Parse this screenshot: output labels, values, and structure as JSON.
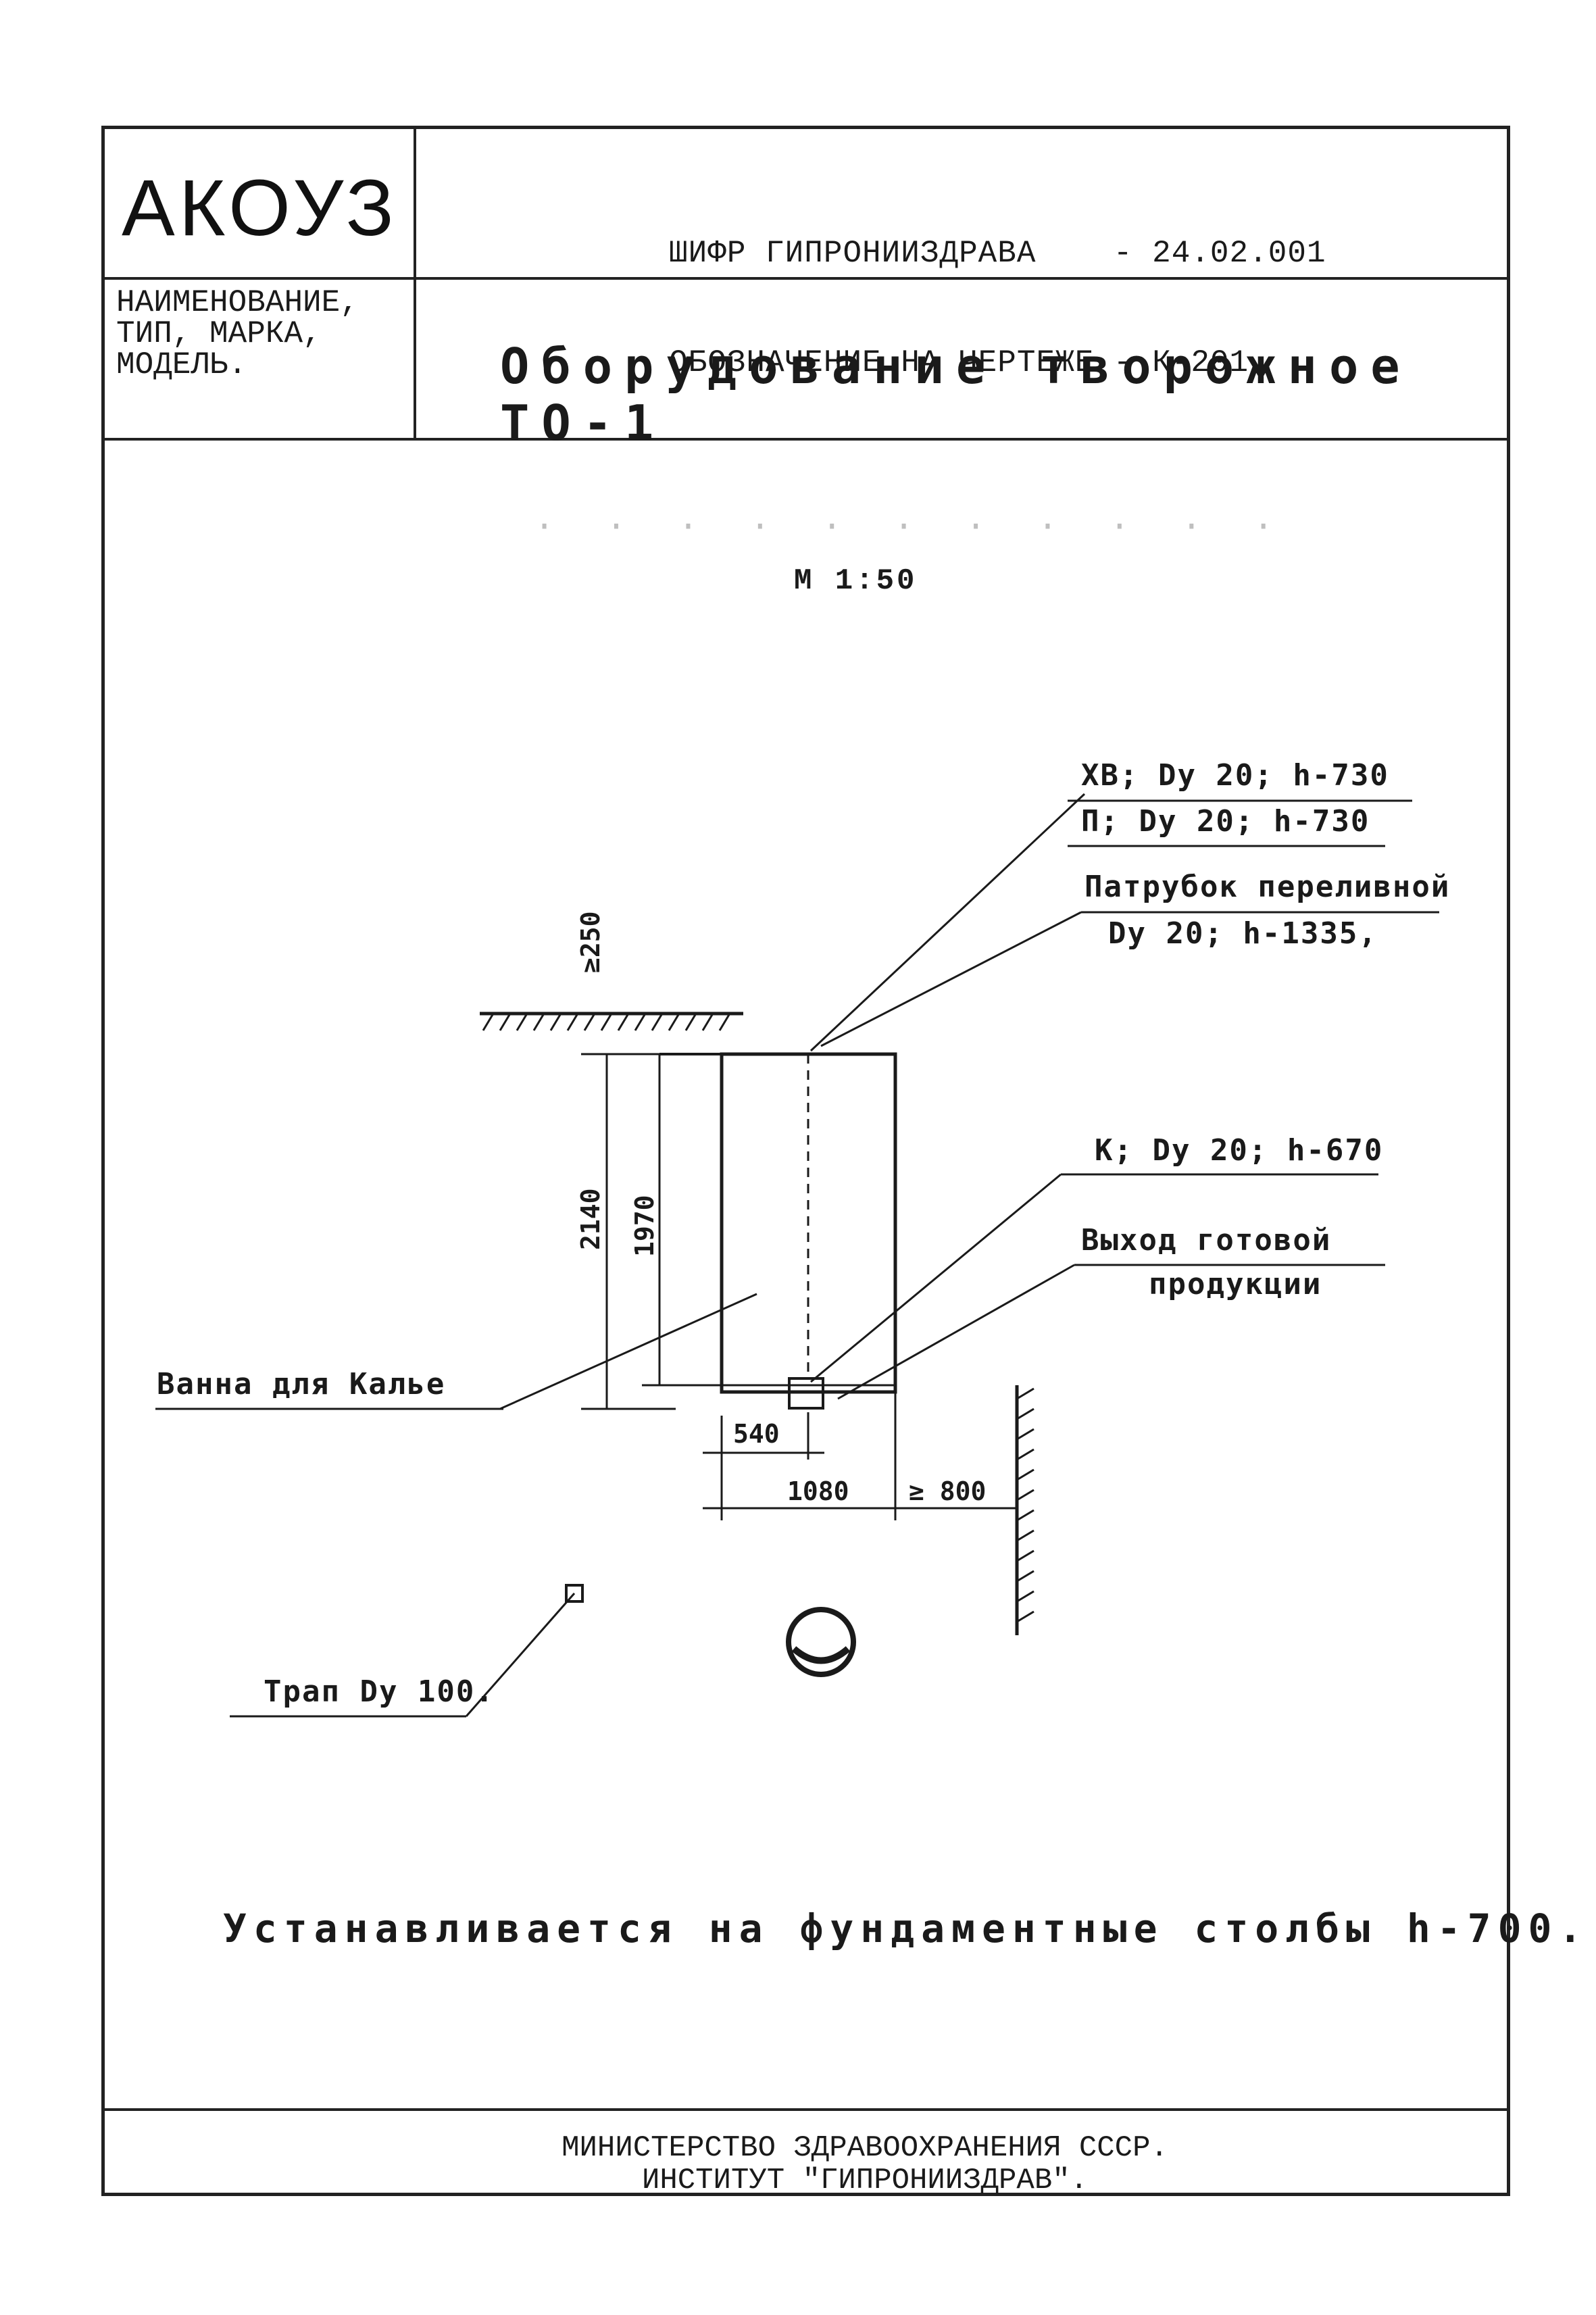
{
  "header": {
    "code": "АКОУЗ",
    "cipher_line1": "ШИФР ГИПРОНИИЗДРАВА    - 24.02.001",
    "cipher_line2": "ОБОЗНАЧЕНИЕ НА ЧЕРТЕЖЕ - К-201",
    "name_label": "НАИМЕНОВАНИЕ,\nТИП, МАРКА,\nМОДЕЛЬ.",
    "name_value": "Оборудование творожное ТО-1"
  },
  "drawing": {
    "scale": "М 1:50",
    "callouts": {
      "cold_water": "ХВ; Dy 20; h-730",
      "hot_water": "П; Dy 20; h-730",
      "pipe_line1": "Патрубок переливной",
      "pipe_line2": "Dy 20; h-1335,",
      "sewer": "К; Dy 20; h-670",
      "output_line1": "Выход готовой",
      "output_line2": "продукции",
      "bath": "Ванна для Калье",
      "drain": "Трап Dy 100."
    },
    "dimensions": {
      "clearance_top": "≥250",
      "height_total": "2140",
      "height_inner": "1970",
      "width_small": "540",
      "width_total": "1080",
      "clearance_side": "≥ 800"
    },
    "note": "Устанавливается на фундаментные столбы h-700."
  },
  "footer": {
    "text": "МИНИСТЕРСТВО ЗДРАВООХРАНЕНИЯ СССР.\nИНСТИТУТ \"ГИПРОНИИЗДРАВ\"."
  }
}
